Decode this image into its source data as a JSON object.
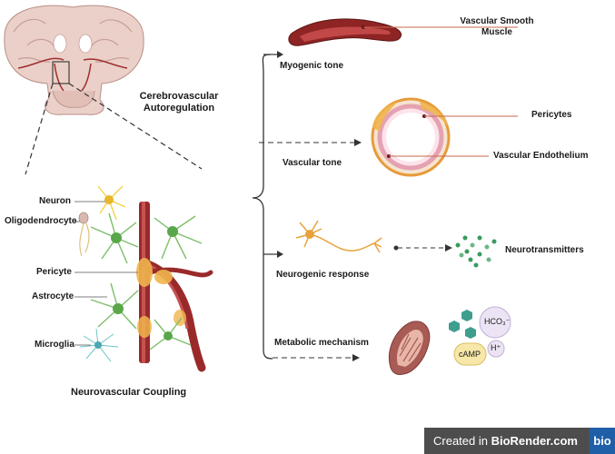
{
  "labels": {
    "cerebrovascular_autoregulation": "Cerebrovascular Autoregulation",
    "neurovascular_coupling": "Neurovascular Coupling",
    "neuron": "Neuron",
    "oligodendrocyte": "Oligodendrocyte",
    "pericyte": "Pericyte",
    "astrocyte": "Astrocyte",
    "microglia": "Microglia",
    "myogenic_tone": "Myogenic tone",
    "vascular_tone": "Vascular tone",
    "neurogenic_response": "Neurogenic response",
    "metabolic_mechanism": "Metabolic mechanism",
    "vascular_smooth_muscle": "Vascular Smooth Muscle",
    "pericytes": "Pericytes",
    "vascular_endothelium": "Vascular Endothelium",
    "neurotransmitters": "Neurotransmitters",
    "hco3": "HCO₃⁻",
    "h_plus": "H⁺",
    "camp": "cAMP"
  },
  "watermark": {
    "prefix": "Created in ",
    "brand": "BioRender.com",
    "logo": "bio"
  },
  "colors": {
    "vessel": "#8e2a2a",
    "vessel_light": "#c85050",
    "brain": "#e8c9c2",
    "pericyte_orange": "#f0b44c",
    "astrocyte_green": "#7cbf6a",
    "microglia_teal": "#6cc4c8",
    "neuron_yellow": "#f4d24a",
    "neurotransmitter_green": "#3a9a5e",
    "pale_yellow": "#f7e7a8",
    "pale_lavender": "#ece4f4"
  }
}
